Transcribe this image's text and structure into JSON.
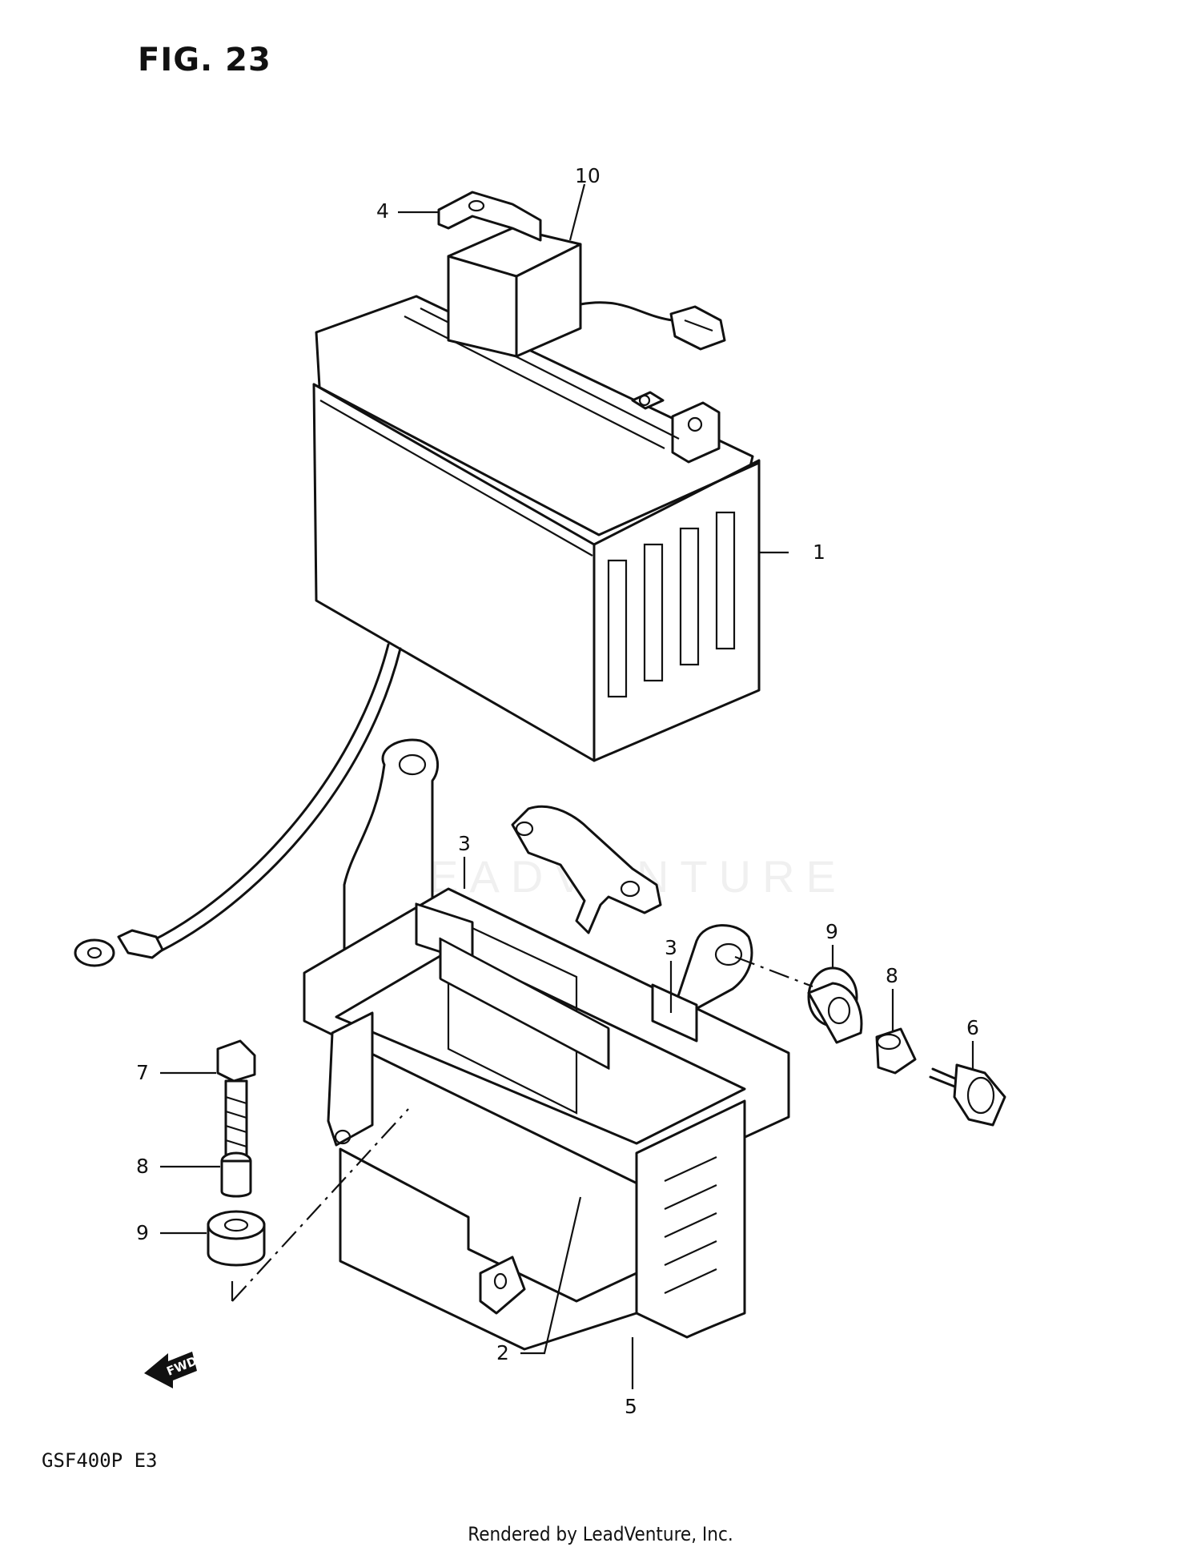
{
  "figure": {
    "title": "FIG. 23",
    "model": "GSF400P  E3",
    "footer": "Rendered by LeadVenture, Inc.",
    "watermark": "LEADVENTURE",
    "fwd_label": "FWD"
  },
  "callouts": [
    {
      "id": "c1",
      "label": "1"
    },
    {
      "id": "c2",
      "label": "2"
    },
    {
      "id": "c3a",
      "label": "3"
    },
    {
      "id": "c3b",
      "label": "3"
    },
    {
      "id": "c4",
      "label": "4"
    },
    {
      "id": "c5",
      "label": "5"
    },
    {
      "id": "c6",
      "label": "6"
    },
    {
      "id": "c7",
      "label": "7"
    },
    {
      "id": "c8a",
      "label": "8"
    },
    {
      "id": "c8b",
      "label": "8"
    },
    {
      "id": "c9a",
      "label": "9"
    },
    {
      "id": "c9b",
      "label": "9"
    },
    {
      "id": "c10",
      "label": "10"
    }
  ]
}
